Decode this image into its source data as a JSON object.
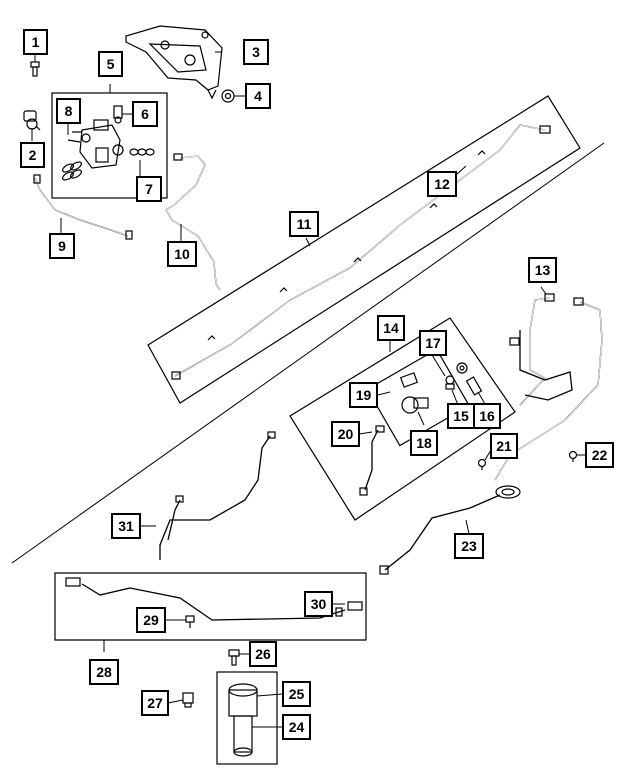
{
  "callouts": [
    {
      "id": "c1",
      "label": "1"
    },
    {
      "id": "c2",
      "label": "2"
    },
    {
      "id": "c3",
      "label": "3"
    },
    {
      "id": "c4",
      "label": "4"
    },
    {
      "id": "c5",
      "label": "5"
    },
    {
      "id": "c6",
      "label": "6"
    },
    {
      "id": "c7",
      "label": "7"
    },
    {
      "id": "c8",
      "label": "8"
    },
    {
      "id": "c9",
      "label": "9"
    },
    {
      "id": "c10",
      "label": "10"
    },
    {
      "id": "c11",
      "label": "11"
    },
    {
      "id": "c12",
      "label": "12"
    },
    {
      "id": "c13",
      "label": "13"
    },
    {
      "id": "c14",
      "label": "14"
    },
    {
      "id": "c15",
      "label": "15"
    },
    {
      "id": "c16",
      "label": "16"
    },
    {
      "id": "c17",
      "label": "17"
    },
    {
      "id": "c18",
      "label": "18"
    },
    {
      "id": "c19",
      "label": "19"
    },
    {
      "id": "c20",
      "label": "20"
    },
    {
      "id": "c21",
      "label": "21"
    },
    {
      "id": "c22",
      "label": "22"
    },
    {
      "id": "c23",
      "label": "23"
    },
    {
      "id": "c24",
      "label": "24"
    },
    {
      "id": "c25",
      "label": "25"
    },
    {
      "id": "c26",
      "label": "26"
    },
    {
      "id": "c27",
      "label": "27"
    },
    {
      "id": "c28",
      "label": "28"
    },
    {
      "id": "c29",
      "label": "29"
    },
    {
      "id": "c30",
      "label": "30"
    },
    {
      "id": "c31",
      "label": "31"
    }
  ]
}
